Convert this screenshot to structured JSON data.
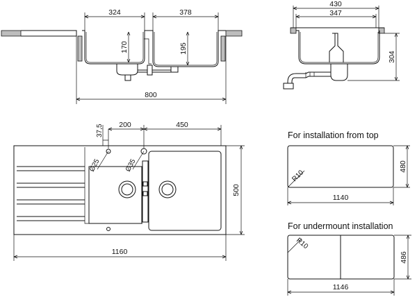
{
  "front_section": {
    "width_left_bowl": "324",
    "width_right_bowl": "378",
    "depth_left_bowl": "170",
    "depth_right_bowl": "195",
    "overall_width": "800"
  },
  "side_section": {
    "overall_width": "430",
    "bowl_width": "347",
    "overall_height": "304"
  },
  "top_view": {
    "overall_length": "1160",
    "overall_depth": "500",
    "tap_offset": "37,5",
    "bowl_offset": "200",
    "main_bowl_width": "450",
    "tap_hole_1": "Ø25",
    "tap_hole_2": "Ø35"
  },
  "cutout_top": {
    "title": "For installation from top",
    "length": "1140",
    "depth": "480",
    "radius": "R10"
  },
  "cutout_undermount": {
    "title": "For undermount installation",
    "length": "1146",
    "depth": "486",
    "radius": "R10"
  }
}
